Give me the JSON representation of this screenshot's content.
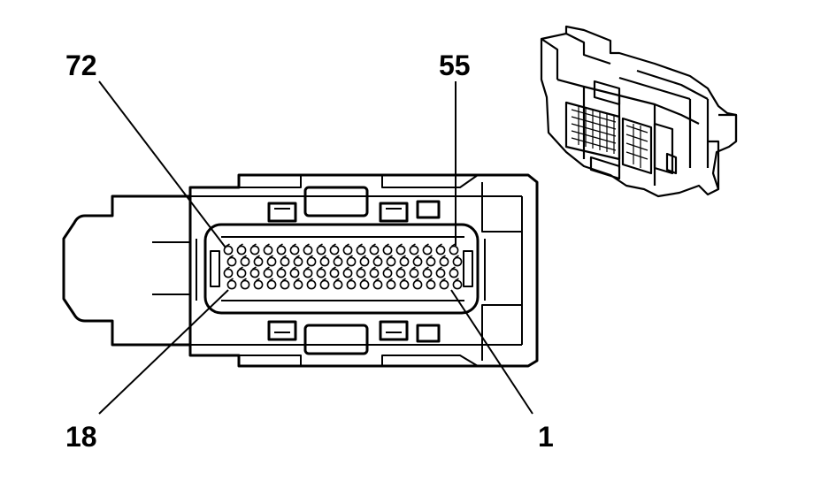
{
  "callouts": {
    "pin_72": "72",
    "pin_55": "55",
    "pin_18": "18",
    "pin_1": "1"
  },
  "colors": {
    "line": "#000000",
    "background": "#ffffff"
  }
}
